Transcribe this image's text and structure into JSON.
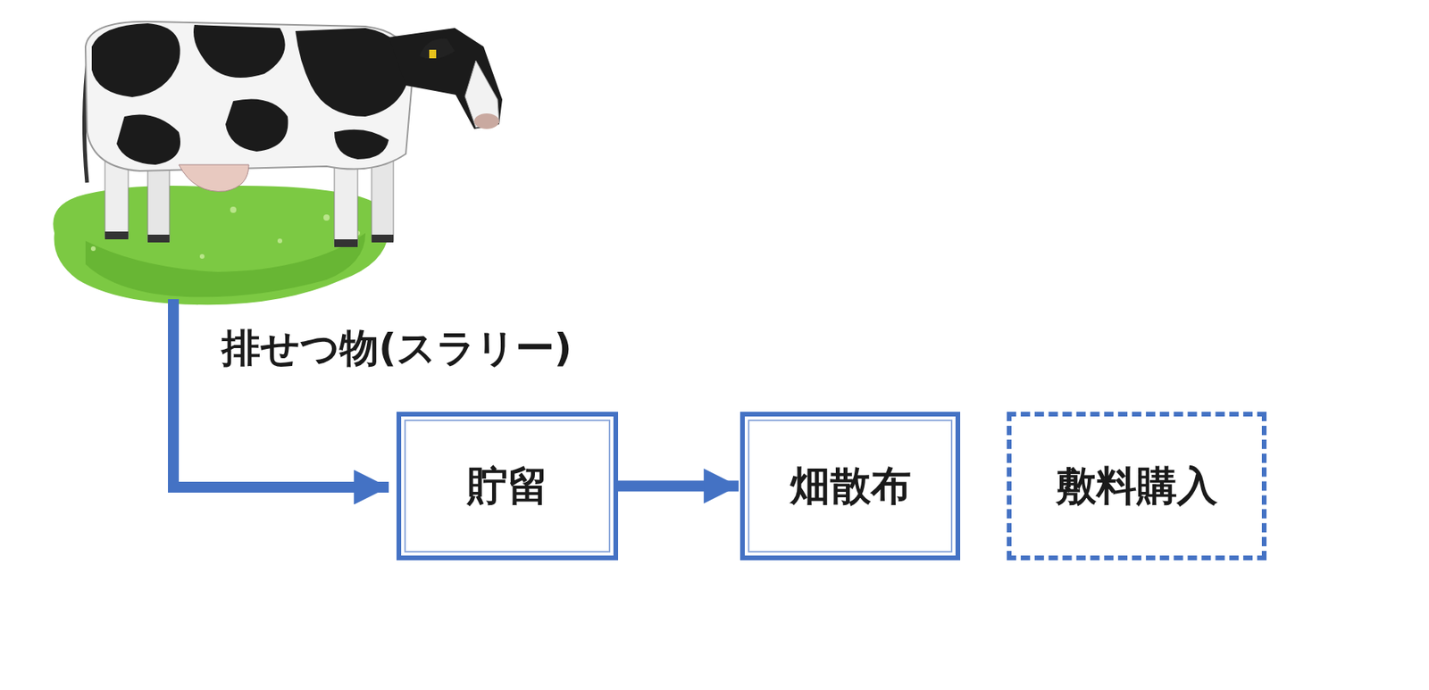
{
  "diagram": {
    "nodes": [
      {
        "text": [
          "貯留"
        ]
      },
      {
        "text": [
          "畑散布"
        ]
      },
      {
        "text": [
          "敷料購入"
        ]
      }
    ],
    "edges": [
      {
        "from": 0,
        "to": 1,
        "arrow": "to"
      }
    ],
    "labels": [
      "排せつ物(スラリー)"
    ]
  }
}
